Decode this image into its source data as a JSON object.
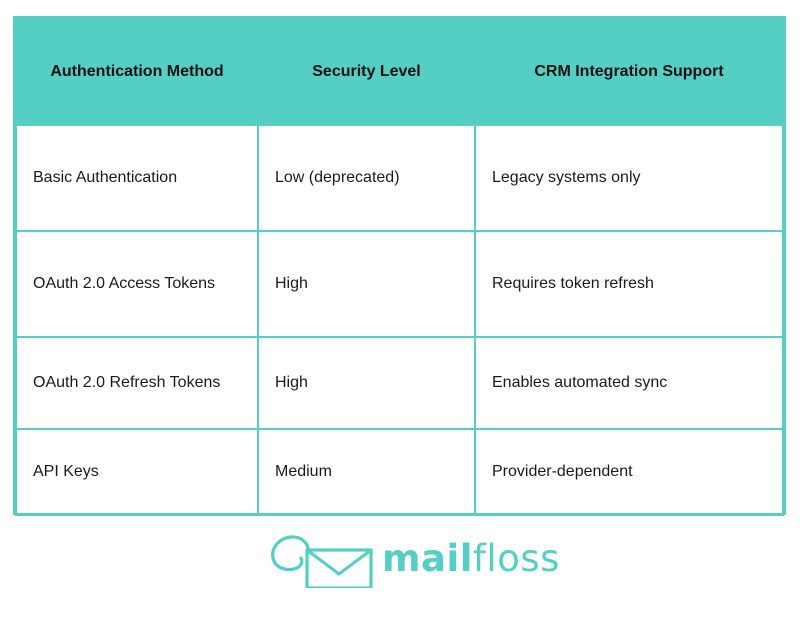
{
  "table": {
    "headers": [
      "Authentication Method",
      "Security Level",
      "CRM Integration Support"
    ],
    "rows": [
      [
        "Basic Authentication",
        "Low (deprecated)",
        "Legacy systems only"
      ],
      [
        "OAuth 2.0 Access Tokens",
        "High",
        "Requires token refresh"
      ],
      [
        "OAuth 2.0 Refresh Tokens",
        "High",
        "Enables automated sync"
      ],
      [
        "API Keys",
        "Medium",
        "Provider-dependent"
      ]
    ]
  },
  "logo": {
    "part1": "mail",
    "part2": "floss",
    "icon": "envelope-swirl-icon"
  },
  "colors": {
    "accent": "#55cfc3"
  }
}
